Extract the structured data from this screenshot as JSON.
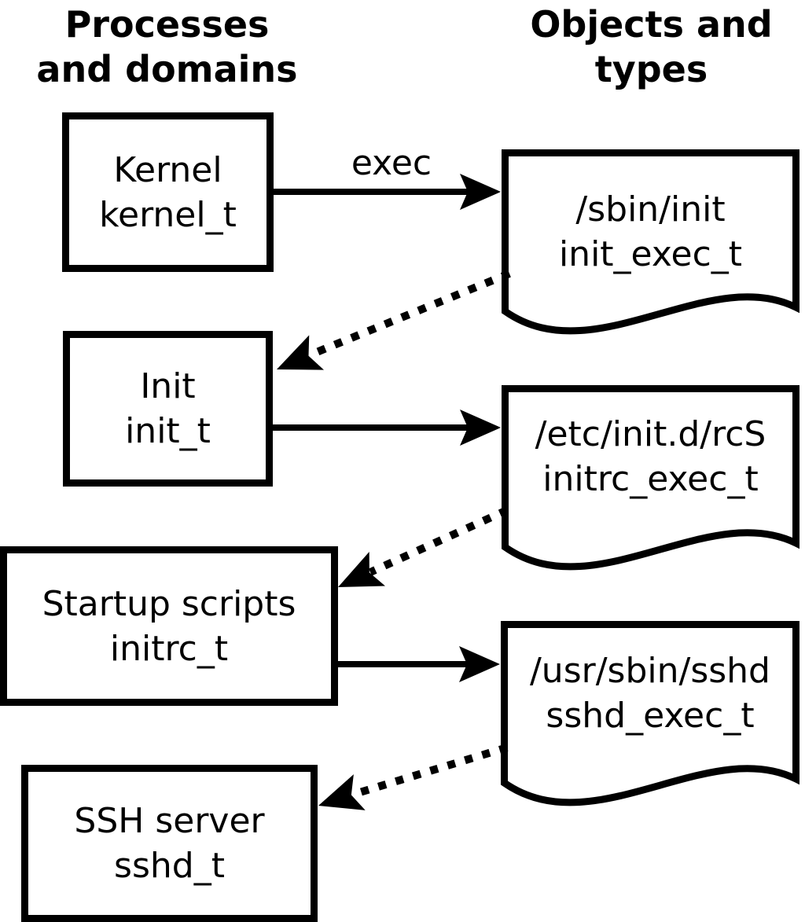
{
  "diagram": {
    "headers": {
      "left": "Processes\nand domains",
      "right": "Objects and\ntypes"
    },
    "exec_label": "exec",
    "processes": [
      {
        "name": "Kernel",
        "type": "kernel_t"
      },
      {
        "name": "Init",
        "type": "init_t"
      },
      {
        "name": "Startup scripts",
        "type": "initrc_t"
      },
      {
        "name": "SSH server",
        "type": "sshd_t"
      }
    ],
    "objects": [
      {
        "path": "/sbin/init",
        "type": "init_exec_t"
      },
      {
        "path": "/etc/init.d/rcS",
        "type": "initrc_exec_t"
      },
      {
        "path": "/usr/sbin/sshd",
        "type": "sshd_exec_t"
      }
    ],
    "colors": {
      "foreground": "#000000",
      "background": "#ffffff"
    }
  }
}
